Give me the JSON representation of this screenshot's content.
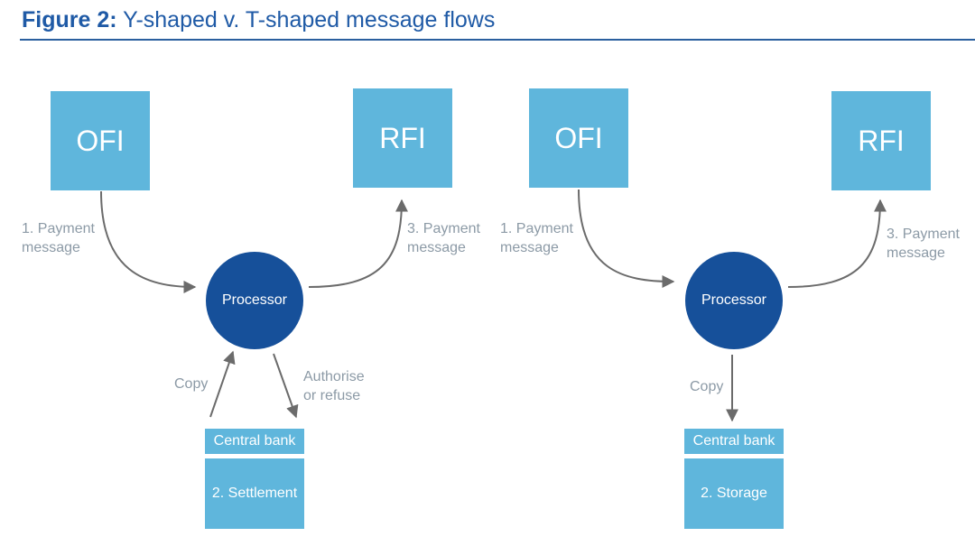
{
  "figure": {
    "number": "Figure 2:",
    "title": "Y-shaped v. T-shaped message flows"
  },
  "left_flow": {
    "ofi": "OFI",
    "rfi": "RFI",
    "processor": "Processor",
    "step1": "1. Payment\nmessage",
    "step3": "3. Payment\nmessage",
    "copy": "Copy",
    "authorise": "Authorise\nor refuse",
    "central_bank": "Central bank",
    "step2": "2. Settlement"
  },
  "right_flow": {
    "ofi": "OFI",
    "rfi": "RFI",
    "processor": "Processor",
    "step1": "1. Payment\nmessage",
    "step3": "3. Payment\nmessage",
    "copy": "Copy",
    "central_bank": "Central bank",
    "step2": "2. Storage"
  },
  "colors": {
    "box": "#5fb6dc",
    "processor": "#16509a",
    "title": "#1f5aa6",
    "label": "#8c9aa6",
    "arrow": "#6b6b6b"
  }
}
